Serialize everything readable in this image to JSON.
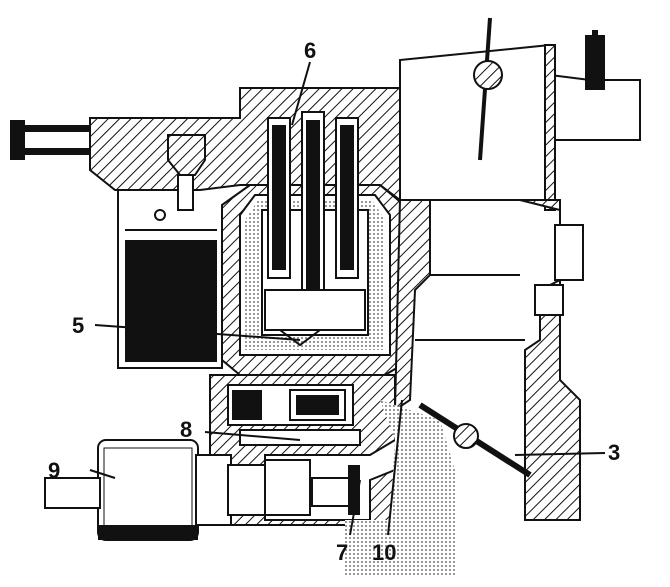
{
  "figure": {
    "labels": [
      {
        "id": "label-6",
        "text": "6"
      },
      {
        "id": "label-5",
        "text": "5"
      },
      {
        "id": "label-8",
        "text": "8"
      },
      {
        "id": "label-9",
        "text": "9"
      },
      {
        "id": "label-3",
        "text": "3"
      },
      {
        "id": "label-7",
        "text": "7"
      },
      {
        "id": "label-10",
        "text": "10"
      }
    ],
    "colors": {
      "ink": "#111111",
      "paper": "#ffffff",
      "stipple": "#888888"
    }
  }
}
